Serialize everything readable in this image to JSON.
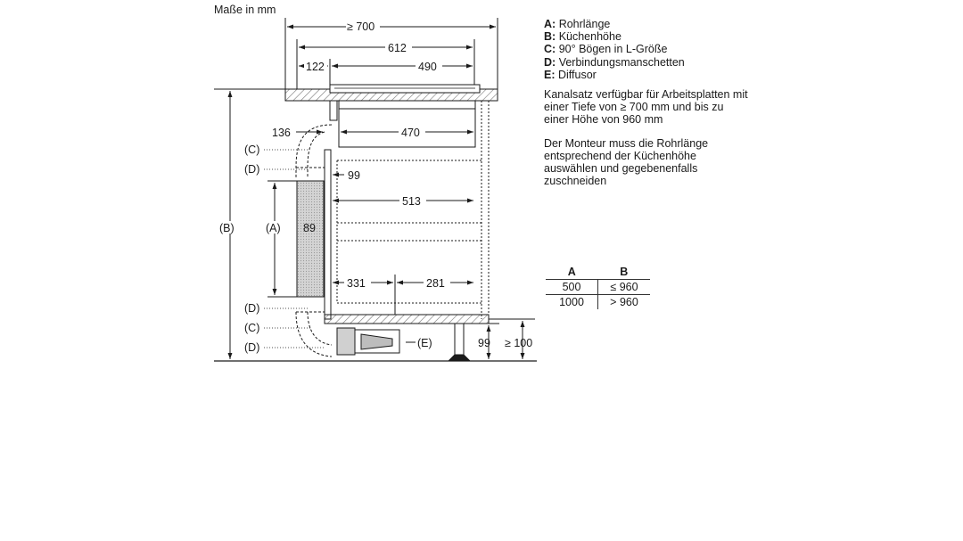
{
  "unit_label": "Maße in mm",
  "dimensions": {
    "d_min700": "≥ 700",
    "d_612": "612",
    "d_122": "122",
    "d_490": "490",
    "d_136": "136",
    "d_470": "470",
    "d_99_top": "99",
    "d_513": "513",
    "d_89": "89",
    "d_331": "331",
    "d_281": "281",
    "d_99_bottom": "99",
    "d_min100": "≥ 100"
  },
  "callouts": {
    "c_top": "(C)",
    "d_top": "(D)",
    "a": "(A)",
    "b": "(B)",
    "d_mid": "(D)",
    "c_bottom": "(C)",
    "d_bottom": "(D)",
    "e": "(E)"
  },
  "legend": [
    {
      "key": "A:",
      "text": "Rohrlänge"
    },
    {
      "key": "B:",
      "text": "Küchenhöhe"
    },
    {
      "key": "C:",
      "text": "90° Bögen in L-Größe"
    },
    {
      "key": "D:",
      "text": "Verbindungsmanschetten"
    },
    {
      "key": "E:",
      "text": "Diffusor"
    }
  ],
  "note1": "Kanalsatz verfügbar für Arbeitsplatten mit einer Tiefe von ≥ 700 mm und bis zu einer Höhe von 960 mm",
  "note2": "Der Monteur muss die Rohrlänge entsprechend der Küchenhöhe auswählen und gegebenenfalls zuschneiden",
  "table": {
    "headers": [
      "A",
      "B"
    ],
    "rows": [
      [
        "500",
        "≤ 960"
      ],
      [
        "1000",
        "> 960"
      ]
    ]
  },
  "colors": {
    "line": "#1a1a1a",
    "hatch": "#888888",
    "duct_fill": "#cfcfcf"
  }
}
